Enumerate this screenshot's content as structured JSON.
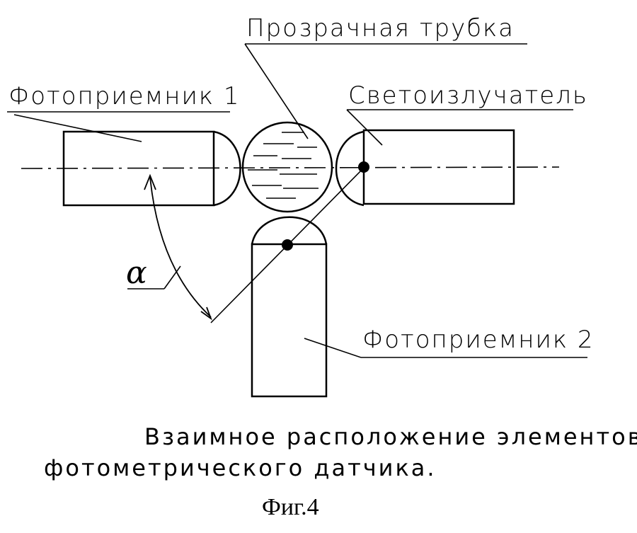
{
  "labels": {
    "tube": "Прозрачная трубка",
    "detector1": "Фотоприемник 1",
    "emitter": "Светоизлучатель",
    "detector2": "Фотоприемник 2",
    "angle": "α"
  },
  "caption": {
    "line1": "Взаимное расположение элементов",
    "line2": "фотометрического датчика."
  },
  "figure_number": "Фиг.4",
  "colors": {
    "ink": "#000000",
    "background": "#ffffff"
  }
}
